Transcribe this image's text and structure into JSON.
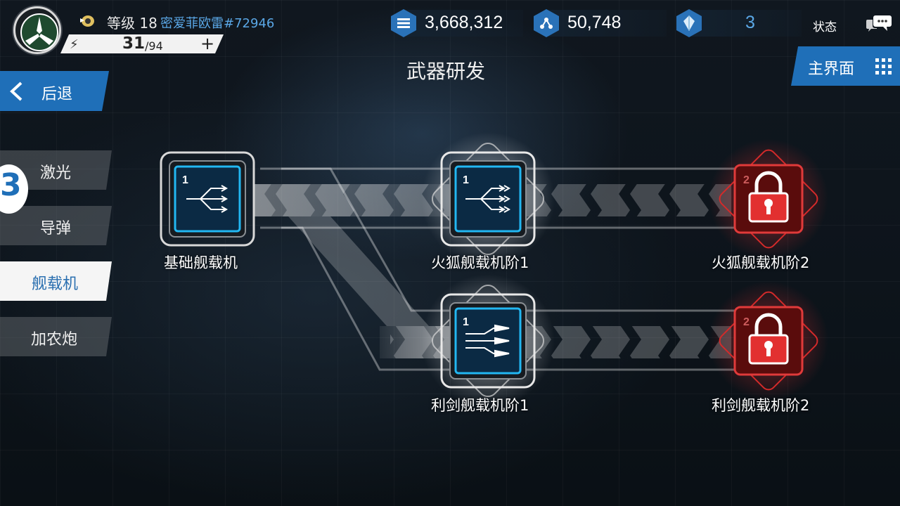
{
  "player": {
    "level_prefix": "等级",
    "level": "18",
    "name": "密爱菲欧雷#72946",
    "energy_current": "31",
    "energy_max": "/94",
    "energy_plus": "+"
  },
  "resources": {
    "credits": "3,668,312",
    "materials": "50,748",
    "crystals": "3"
  },
  "header": {
    "status_label": "状态",
    "title": "武器研发",
    "main_menu_label": "主界面",
    "back_label": "后退"
  },
  "tabs": [
    {
      "label": "激光",
      "active": false
    },
    {
      "label": "导弹",
      "active": false
    },
    {
      "label": "舰载机",
      "active": true
    },
    {
      "label": "加农炮",
      "active": false
    }
  ],
  "side_badge": "3",
  "tree": {
    "nodes": [
      {
        "id": "base",
        "label": "基础舰载机",
        "tier": "1",
        "locked": false
      },
      {
        "id": "fox1",
        "label": "火狐舰载机阶1",
        "tier": "1",
        "locked": false
      },
      {
        "id": "fox2",
        "label": "火狐舰载机阶2",
        "tier": "2",
        "locked": true
      },
      {
        "id": "sword1",
        "label": "利剑舰载机阶1",
        "tier": "1",
        "locked": false
      },
      {
        "id": "sword2",
        "label": "利剑舰载机阶2",
        "tier": "2",
        "locked": true
      }
    ]
  },
  "colors": {
    "accent_blue": "#1f6fb8",
    "name_blue": "#5aa7e6",
    "locked_red": "#d42a2a",
    "node_cyan": "#22b7f2"
  }
}
